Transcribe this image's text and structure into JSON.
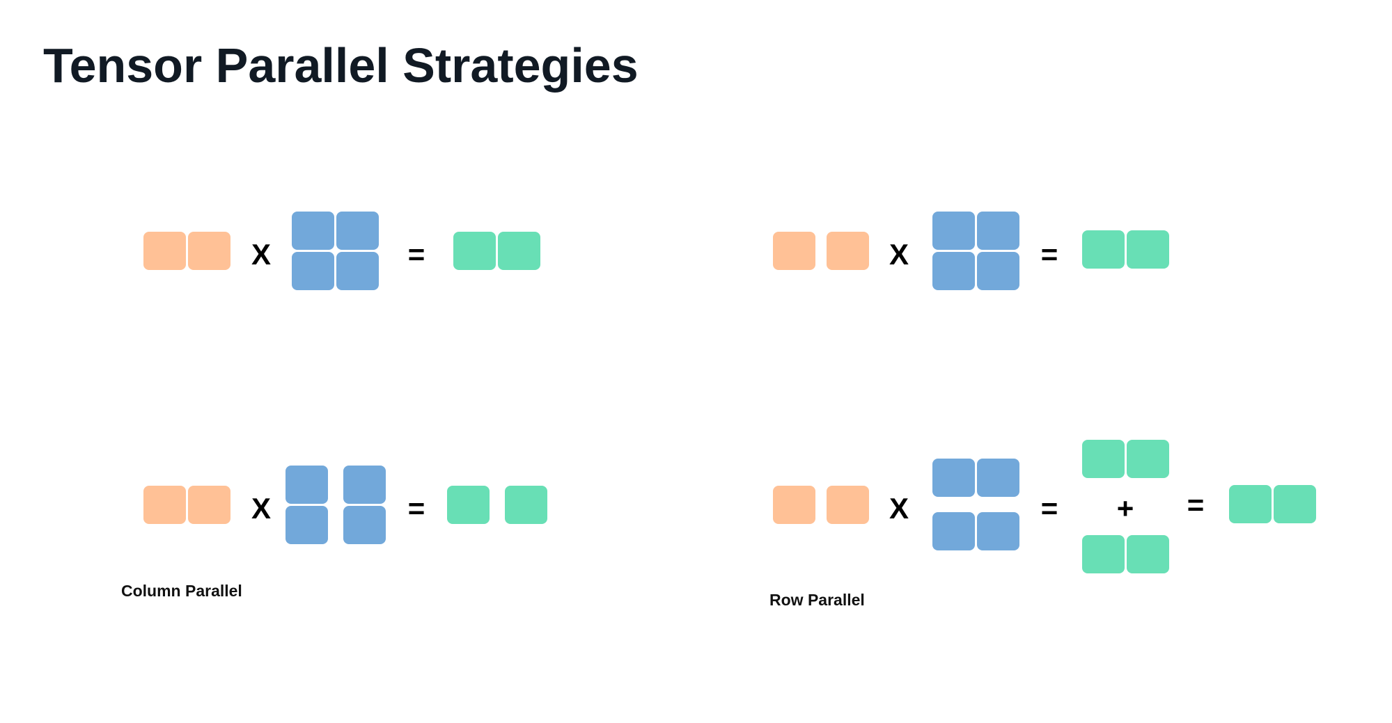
{
  "title": "Tensor Parallel Strategies",
  "operators": {
    "multiply": "X",
    "equals": "=",
    "plus": "+"
  },
  "labels": {
    "column": "Column Parallel",
    "row": "Row Parallel"
  },
  "colors": {
    "input": "#FFC196",
    "weight": "#72A8DA",
    "output": "#68DFB5",
    "title": "#111A24"
  }
}
